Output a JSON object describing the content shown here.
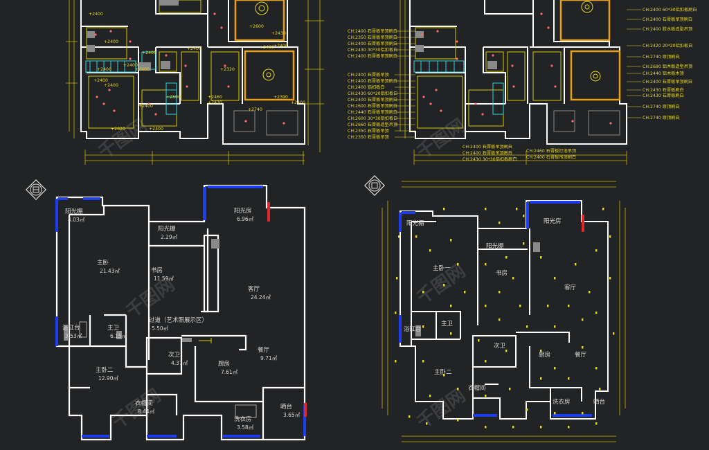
{
  "colors": {
    "background": "#222324",
    "wall": "#ffffff",
    "wall_fill": "#2a2a2a",
    "dimension": "#d9c900",
    "ceiling_text": "#e8d92a",
    "cyan_fixture": "#29d9e0",
    "light": "#ff6a6a",
    "window": "#1f3df0",
    "door_red": "#e0282a",
    "ceiling_feature": "#e8a014"
  },
  "plan_areas": {
    "rooms": [
      {
        "name": "阳光棚",
        "area": "4.03㎡"
      },
      {
        "name": "阳光棚",
        "area": "2.29㎡"
      },
      {
        "name": "阳光房",
        "area": "6.96㎡"
      },
      {
        "name": "主卧",
        "area": "21.43㎡"
      },
      {
        "name": "书房",
        "area": "11.59㎡"
      },
      {
        "name": "客厅",
        "area": "24.24㎡"
      },
      {
        "name": "过道（艺术照展示区）",
        "area": "5.50㎡"
      },
      {
        "name": "浴缸台",
        "area": "3.53㎡"
      },
      {
        "name": "主卫",
        "area": "6.15㎡"
      },
      {
        "name": "餐厅",
        "area": "9.71㎡"
      },
      {
        "name": "次卫",
        "area": "4.37㎡"
      },
      {
        "name": "厨房",
        "area": "7.61㎡"
      },
      {
        "name": "主卧二",
        "area": "12.90㎡"
      },
      {
        "name": "衣帽间",
        "area": "8.44㎡"
      },
      {
        "name": "洗衣房",
        "area": "3.58㎡"
      },
      {
        "name": "晒台",
        "area": "3.65㎡"
      }
    ]
  },
  "plan_lighting": {
    "rooms": [
      "阳光棚",
      "阳光房",
      "阳光棚",
      "主卧一",
      "书房",
      "客厅",
      "浴缸台",
      "主卫",
      "次卫",
      "厨房",
      "餐厅",
      "主卧二",
      "衣帽间",
      "洗衣房",
      "晒台"
    ]
  },
  "ceiling_left": {
    "labels": [
      "+2400",
      "+2400",
      "+2400",
      "+2400",
      "+2400",
      "+2400",
      "+2400",
      "+2400",
      "+2400",
      "+2400",
      "+2590",
      "+2460",
      "+2620",
      "+2400",
      "+2320",
      "+2430",
      "+2400",
      "+2390",
      "+2430",
      "+2600",
      "+2740",
      "+2400",
      "+2400"
    ]
  },
  "ceiling_right": {
    "notes_left": [
      "CH:2400 石膏板吊顶刷白",
      "CH:2350 石膏板吊顶刷白",
      "CH:2400 石膏板吊顶刷白",
      "CH:2430 30*30铝扣板白",
      "CH:2400 石膏板吊顶刷白",
      "CH:2400 石膏板吊顶",
      "CH:2400 石膏板吊顶刷白",
      "CH:2400 铝扣板白",
      "CH:2430 60*20铝扣板白",
      "CH:2400 石膏板吊顶刷白",
      "CH:2600 石膏板吊顶刷白",
      "CH:2440 石膏板吊顶刷白",
      "CH:2600 30*30铝扣板白",
      "CH:2660 石膏板造型吊顶",
      "CH:2350 石膏板吊顶",
      "CH:2350 石膏板吊顶"
    ],
    "notes_right": [
      "CH:2400 60*30铝扣板刷白",
      "CH:2400 石膏板吊顶刷白",
      "CH:2400 胶水板造型吊顶",
      "CH:2420 20*20铝扣板白",
      "CH:2740 原顶刷白",
      "CH:2690 铝木板造型吊顶",
      "CH:2440 铝木板木顶",
      "CH:2400 石膏板吊顶刷白",
      "CH:2430 石膏板刷白",
      "CH:2430 石膏板刷白",
      "CH:2740 原顶刷白",
      "CH:2740 原顶刷白"
    ],
    "notes_bottom_left": [
      "CH:2400 石膏板吊顶刷白",
      "CH:2400 石膏板吊顶刷白",
      "CH:2430 30*30铝扣板刷白"
    ],
    "notes_bottom_right": [
      "CH:2460 石膏板灯池吊顶",
      "CH:2400 石膏板吊顶刷白"
    ]
  },
  "watermark": "千图网"
}
